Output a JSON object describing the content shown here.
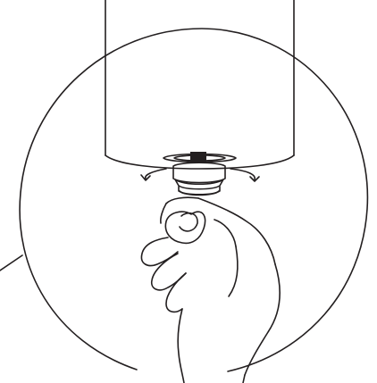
{
  "figure": {
    "depicts": [
      "cylindrical-device-base",
      "twist-knob",
      "rotation-arrows",
      "hand-pinching-knob",
      "magnified-detail-circle"
    ]
  },
  "colors": {
    "line": "#231f20",
    "background": "#ffffff",
    "knob_band": "#231f20"
  }
}
